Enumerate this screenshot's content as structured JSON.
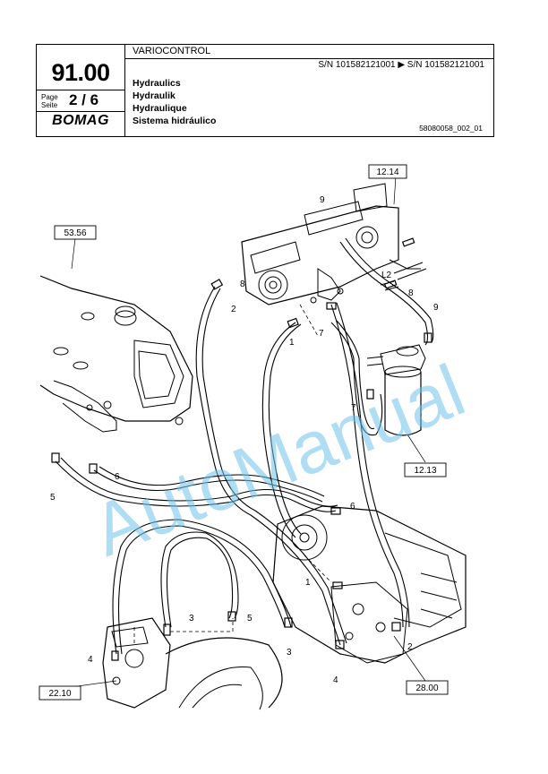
{
  "header": {
    "section_title": "VARIOCONTROL",
    "serial_range": "S/N 101582121001  ▶  S/N 101582121001",
    "page_number": "91.00",
    "page_label_en": "Page",
    "page_label_de": "Seite",
    "page_of": "2  /  6",
    "brand": "BOMAG",
    "titles": [
      "Hydraulics",
      "Hydraulik",
      "Hydraulique",
      "Sistema hidráulico"
    ],
    "drawing_number": "58080058_002_01"
  },
  "references": {
    "r1214": "12.14",
    "r5356": "53.56",
    "r1213": "12.13",
    "r2810": "22.10",
    "r2800": "28.00"
  },
  "callouts": {
    "c9a": "9",
    "c9b": "9",
    "c8a": "8",
    "c8b": "8",
    "c2a": "2",
    "c2b": "2",
    "c1a": "1",
    "c1b": "1",
    "c7a": "7",
    "c7b": "7",
    "c5a": "5",
    "c5b": "5",
    "c6a": "6",
    "c6b": "6",
    "c3a": "3",
    "c3b": "3",
    "c4a": "4",
    "c4b": "4",
    "l2": "L2"
  },
  "watermark": "AutoManual"
}
